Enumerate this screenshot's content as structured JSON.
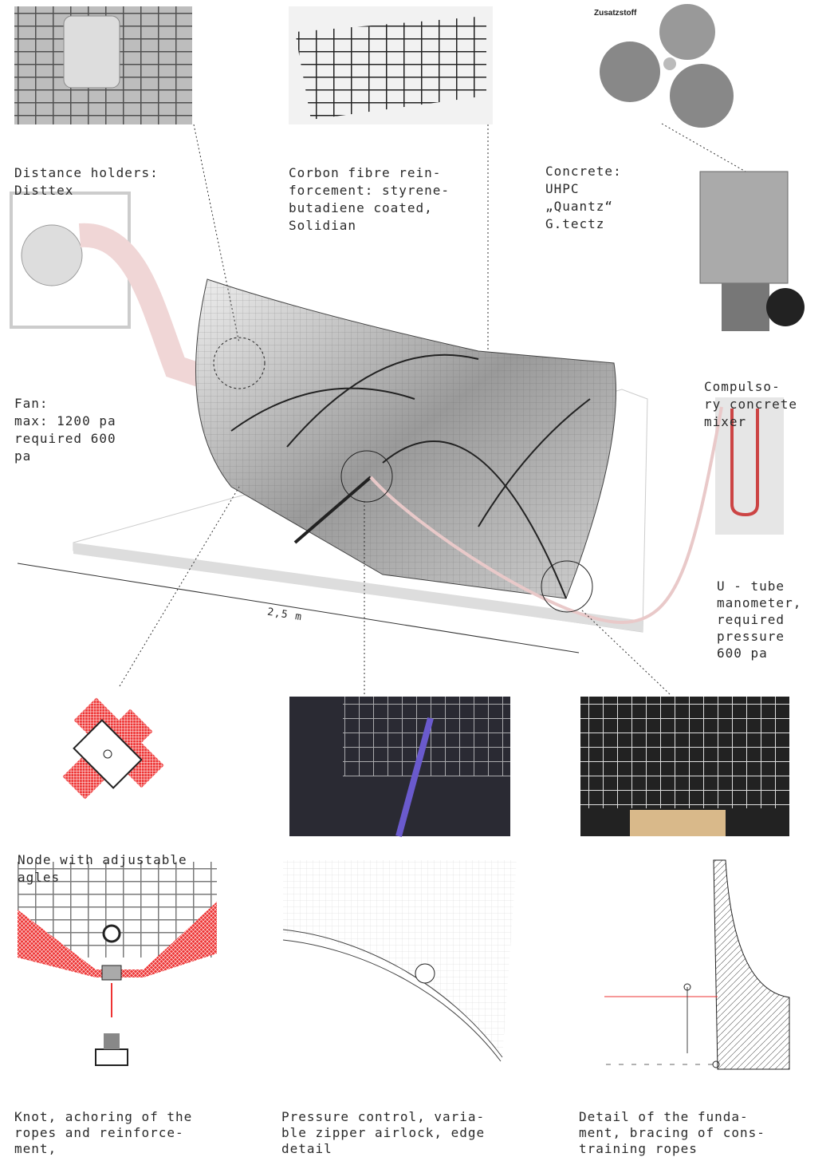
{
  "labels": {
    "distance_holders": [
      "Distance holders:",
      "Disttex"
    ],
    "carbon": [
      "Corbon fibre rein-",
      "forcement: styrene-",
      "butadiene coated,",
      "Solidian"
    ],
    "concrete": [
      "Concrete:",
      "UHPC",
      "„Quantz“",
      "G.tectz"
    ],
    "zusatzstoff": "Zusatzstoff",
    "mixer": [
      "Compulso-",
      "ry concrete",
      "mixer"
    ],
    "fan": [
      "Fan:",
      "max: 1200 pa",
      "required 600",
      "pa"
    ],
    "manometer": [
      "U - tube",
      "manometer,",
      "required",
      "pressure",
      "600 pa"
    ],
    "dimension": "2,5 m",
    "node": [
      "Node with adjustable",
      "agles"
    ],
    "knot": [
      "Knot, achoring of the",
      "ropes and reinforce-",
      "ment,"
    ],
    "pressure": [
      "Pressure control, varia-",
      "ble zipper airlock, edge",
      "detail"
    ],
    "foundation": [
      "Detail of the funda-",
      "ment, bracing of cons-",
      "training ropes"
    ]
  },
  "colors": {
    "accent_red": "#e03030",
    "text": "#333333",
    "shell": "#9a9a9a"
  }
}
